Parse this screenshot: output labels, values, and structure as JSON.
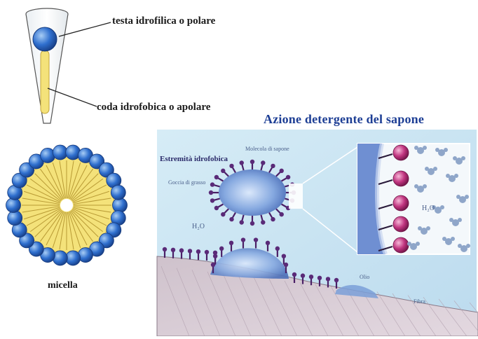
{
  "labels": {
    "head": "testa idrofilica o polare",
    "tail": "coda idrofobica o apolare",
    "micelle": "micella",
    "title": "Azione detergente del sapone",
    "extremity": "Estremità idrofobica",
    "soap_molecule": "Molecola di sapone",
    "grease_drop": "Goccia di grasso",
    "water_left": "H₂O",
    "water_right": "H₂O",
    "oil": "Olio",
    "fiber": "Fibra"
  },
  "colors": {
    "head_blue": "#2f6fce",
    "tail_yellow": "#f4e27a",
    "panel_bg": "#dceef6",
    "soap_purple": "#5a2a78",
    "grease_blue": "#6f9bd6",
    "magenta_head": "#c0347f",
    "title_blue": "#1e3f95"
  }
}
